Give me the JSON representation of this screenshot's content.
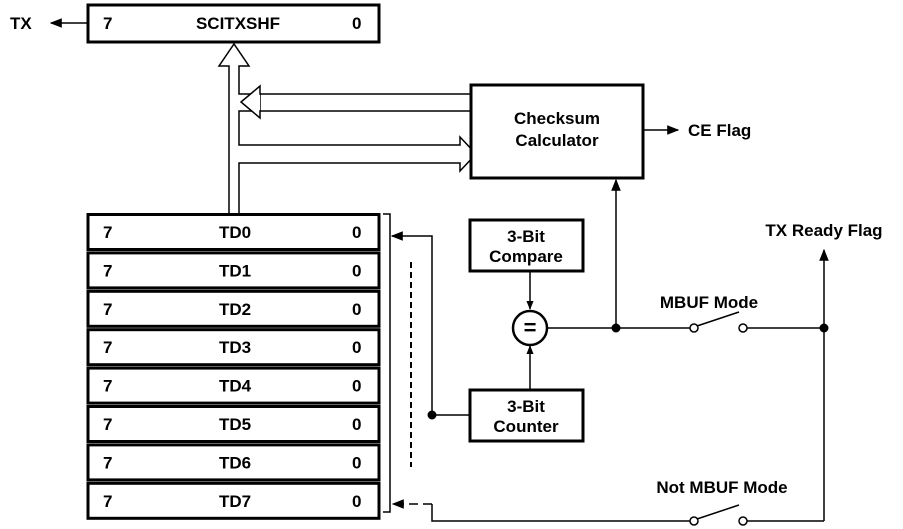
{
  "tx": {
    "label": "TX"
  },
  "shift_register": {
    "left_bit": "7",
    "name": "SCITXSHF",
    "right_bit": "0"
  },
  "buffers": [
    {
      "left_bit": "7",
      "name": "TD0",
      "right_bit": "0"
    },
    {
      "left_bit": "7",
      "name": "TD1",
      "right_bit": "0"
    },
    {
      "left_bit": "7",
      "name": "TD2",
      "right_bit": "0"
    },
    {
      "left_bit": "7",
      "name": "TD3",
      "right_bit": "0"
    },
    {
      "left_bit": "7",
      "name": "TD4",
      "right_bit": "0"
    },
    {
      "left_bit": "7",
      "name": "TD5",
      "right_bit": "0"
    },
    {
      "left_bit": "7",
      "name": "TD6",
      "right_bit": "0"
    },
    {
      "left_bit": "7",
      "name": "TD7",
      "right_bit": "0"
    }
  ],
  "checksum": {
    "line1": "Checksum",
    "line2": "Calculator"
  },
  "ce_flag": {
    "label": "CE Flag"
  },
  "compare": {
    "line1": "3-Bit",
    "line2": "Compare"
  },
  "counter": {
    "line1": "3-Bit",
    "line2": "Counter"
  },
  "comparator": {
    "symbol": "="
  },
  "tx_ready": {
    "label": "TX Ready Flag"
  },
  "mbuf_mode": {
    "label": "MBUF Mode"
  },
  "not_mbuf_mode": {
    "label": "Not MBUF Mode"
  }
}
